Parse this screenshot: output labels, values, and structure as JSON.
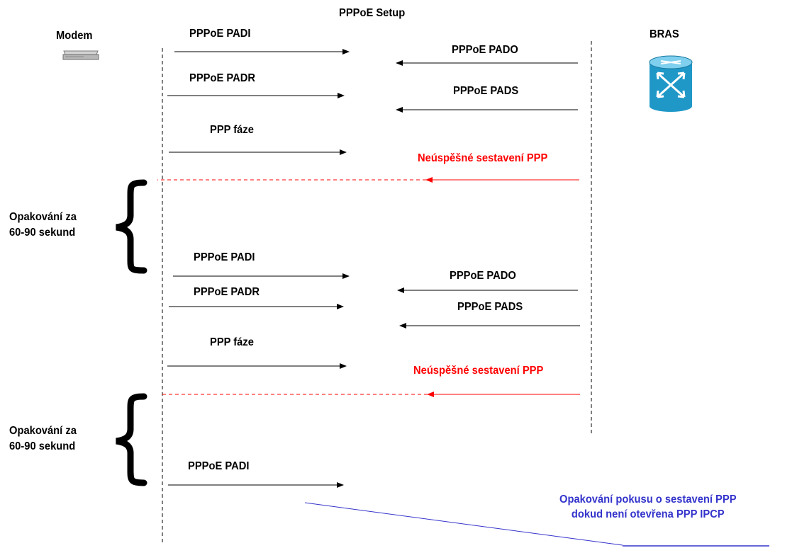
{
  "title": "PPPoE Setup",
  "modem": {
    "label": "Modem",
    "icon": "modem-icon"
  },
  "bras": {
    "label": "BRAS",
    "icon": "router-icon"
  },
  "colors": {
    "failure": "#ff0000",
    "note": "#3333cc"
  },
  "cycle1": {
    "padi": "PPPoE PADI",
    "pado": "PPPoE PADO",
    "padr": "PPPoE PADR",
    "pads": "PPPoE PADS",
    "ppp": "PPP fáze",
    "fail": "Neúspěšné sestavení PPP"
  },
  "retry1": {
    "line1": "Opakování za",
    "line2": "60-90 sekund"
  },
  "cycle2": {
    "padi": "PPPoE PADI",
    "pado": "PPPoE PADO",
    "padr": "PPPoE PADR",
    "pads": "PPPoE PADS",
    "ppp": "PPP fáze",
    "fail": "Neúspěšné sestavení PPP"
  },
  "retry2": {
    "line1": "Opakování za",
    "line2": "60-90 sekund"
  },
  "cycle3": {
    "padi": "PPPoE PADI"
  },
  "note": {
    "line1": "Opakování pokusu o sestavení  PPP",
    "line2": "dokud není otevřena PPP IPCP"
  }
}
